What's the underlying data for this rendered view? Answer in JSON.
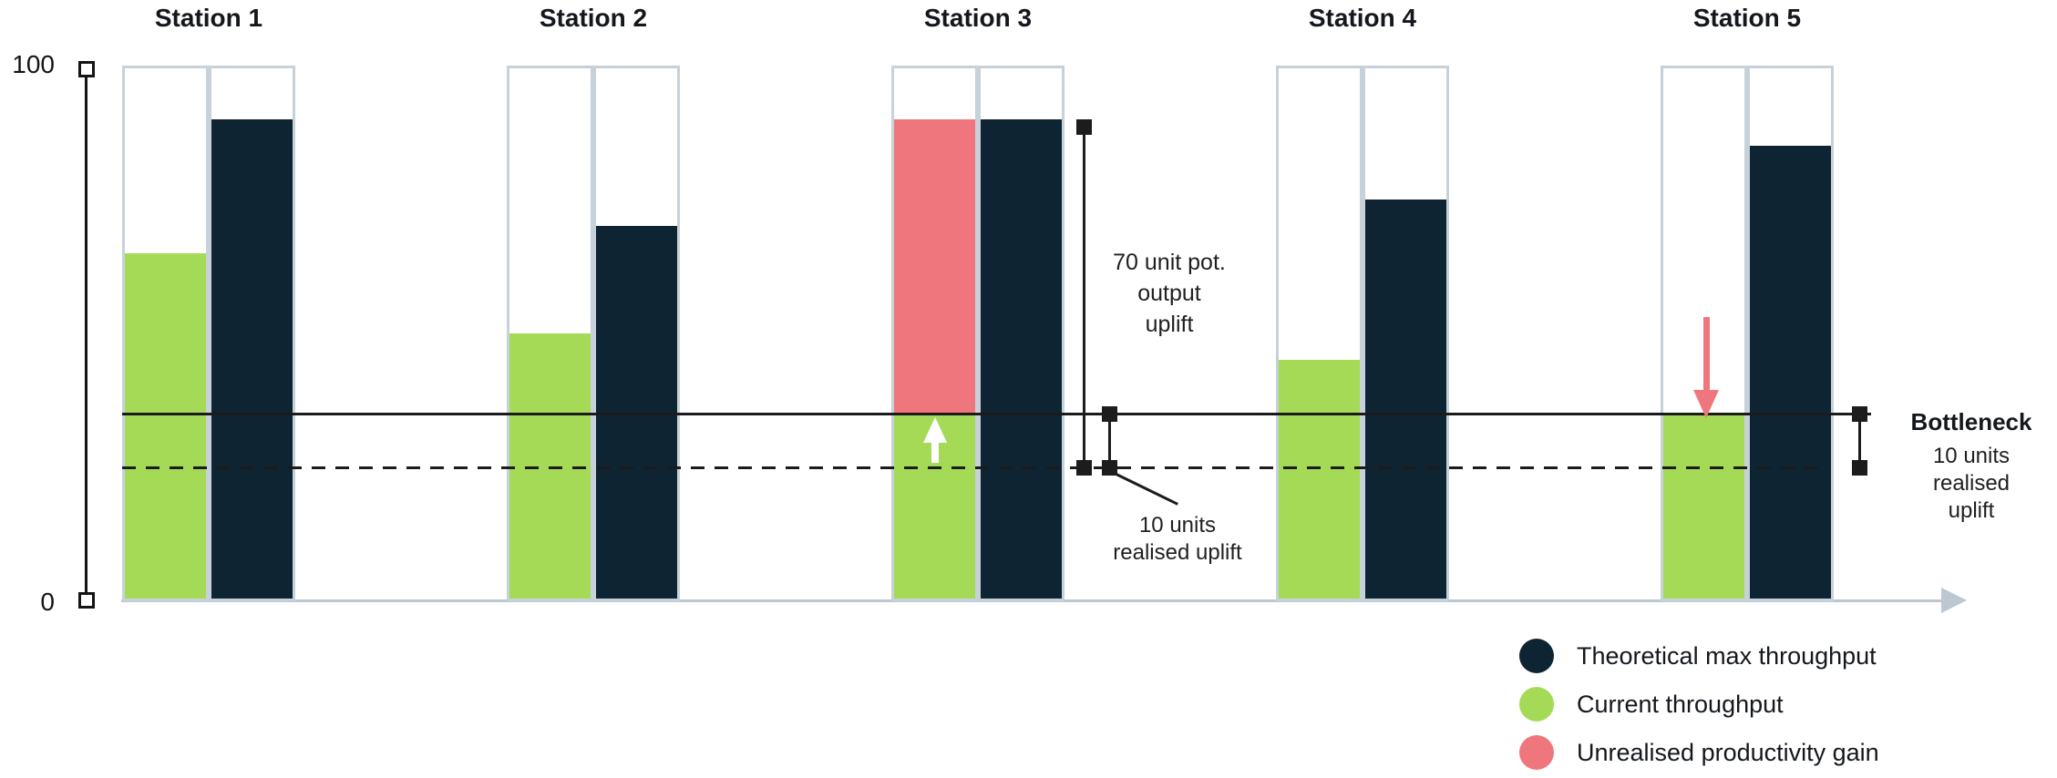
{
  "chart_data": {
    "type": "bar",
    "title": "",
    "ylim": [
      0,
      100
    ],
    "grid": false,
    "legend_position": "bottom-right",
    "axis": {
      "top_tick": "100",
      "bottom_tick": "0"
    },
    "categories": [
      "Station 1",
      "Station 2",
      "Station 3",
      "Station 4",
      "Station 5"
    ],
    "stations": [
      {
        "label": "Station 1",
        "current_throughput": 65,
        "theoretical_max": 90
      },
      {
        "label": "Station 2",
        "current_throughput": 50,
        "theoretical_max": 70
      },
      {
        "label": "Station 3",
        "current_throughput": 35,
        "theoretical_max": 90,
        "unrealised_gain": {
          "from": 35,
          "to": 90
        }
      },
      {
        "label": "Station 4",
        "current_throughput": 45,
        "theoretical_max": 75
      },
      {
        "label": "Station 5",
        "current_throughput": 35,
        "theoretical_max": 85
      }
    ],
    "reference_lines": {
      "solid": {
        "style": "solid",
        "value": 35,
        "meaning": "bottleneck after realised uplift"
      },
      "dashed": {
        "style": "dashed",
        "value": 25,
        "meaning": "previous bottleneck level"
      }
    },
    "annotations": {
      "potential_uplift_text": "70 unit pot.\noutput\nuplift",
      "potential_uplift_units": 70,
      "station3_realised_text": "10 units\nrealised uplift",
      "realised_uplift_units": 10,
      "bottleneck_title": "Bottleneck",
      "bottleneck_sub": "10 units\nrealised uplift"
    },
    "legend": [
      {
        "label": "Theoretical max throughput",
        "color": "#0e2433"
      },
      {
        "label": "Current throughput",
        "color": "#a5da57"
      },
      {
        "label": "Unrealised productivity gain",
        "color": "#f0767d"
      }
    ],
    "colors": {
      "max": "#0e2433",
      "current": "#a5da57",
      "gain": "#f0767d",
      "bar_outline": "#c7d1da",
      "axis": "#bcc7d1",
      "ink": "#1b1b1b"
    }
  }
}
